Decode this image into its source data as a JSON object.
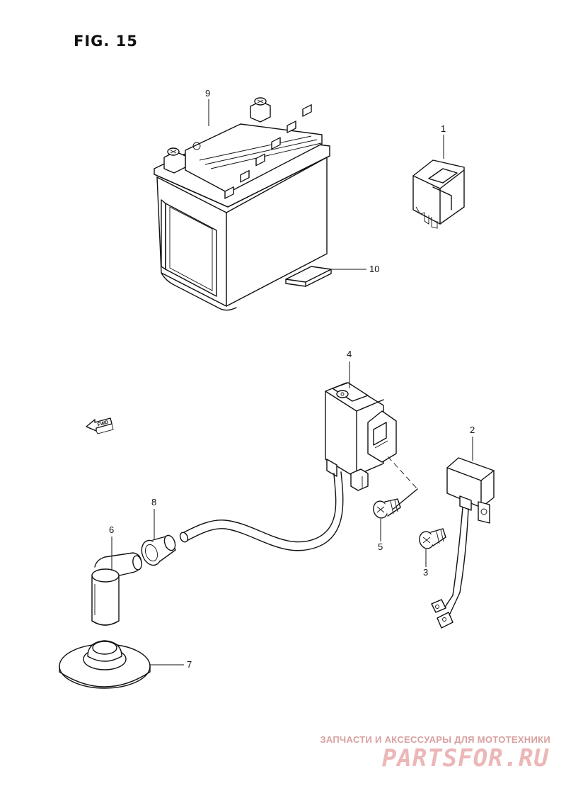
{
  "figure": {
    "title": "FIG. 15"
  },
  "direction_marker": {
    "label": "FWD",
    "icon": "arrow-left-icon"
  },
  "callouts": {
    "c1": "1",
    "c2": "2",
    "c3": "3",
    "c4": "4",
    "c5": "5",
    "c6": "6",
    "c7": "7",
    "c8": "8",
    "c9": "9",
    "c10": "10"
  },
  "watermark": {
    "tagline": "ЗАПЧАСТИ И АКСЕССУАРЫ ДЛЯ МОТОТЕХНИКИ",
    "brand": "PARTSFOR.RU"
  }
}
